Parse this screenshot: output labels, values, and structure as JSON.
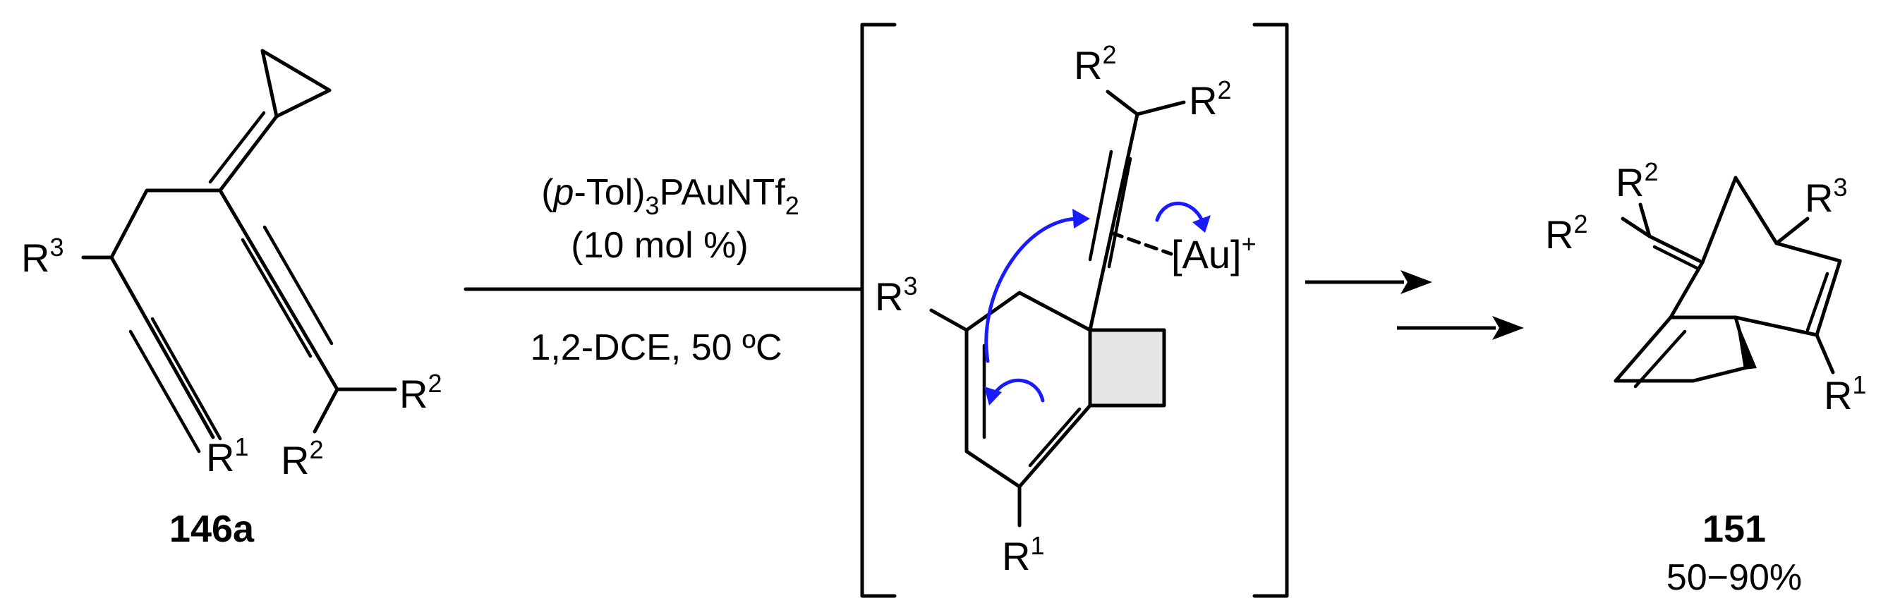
{
  "colors": {
    "ink": "#000000",
    "electron_arrow": "#1a1aff",
    "ring_fill": "#e6e6e6",
    "background": "#ffffff"
  },
  "starting_material": {
    "label": "146a",
    "substituents": {
      "r3": "R",
      "r3_sup": "3",
      "r1": "R",
      "r1_sup": "1",
      "r2_a": "R",
      "r2_a_sup": "2",
      "r2_b": "R",
      "r2_b_sup": "2"
    }
  },
  "conditions": {
    "catalyst_open": "(",
    "catalyst_italic": "p",
    "catalyst_mid": "-Tol)",
    "catalyst_sub": "3",
    "catalyst_main": "PAuNTf",
    "catalyst_sub2": "2",
    "loading": "(10 mol %)",
    "solvent_temp": "1,2-DCE, 50 ºC"
  },
  "intermediate": {
    "metal": "[Au]",
    "metal_charge": "+",
    "substituents": {
      "r3": "R",
      "r3_sup": "3",
      "r1": "R",
      "r1_sup": "1",
      "r2_a": "R",
      "r2_a_sup": "2",
      "r2_b": "R",
      "r2_b_sup": "2"
    }
  },
  "product": {
    "label": "151",
    "yield": "50−90%",
    "substituents": {
      "r2_a": "R",
      "r2_a_sup": "2",
      "r2_b": "R",
      "r2_b_sup": "2",
      "r3": "R",
      "r3_sup": "3",
      "r1": "R",
      "r1_sup": "1"
    }
  }
}
